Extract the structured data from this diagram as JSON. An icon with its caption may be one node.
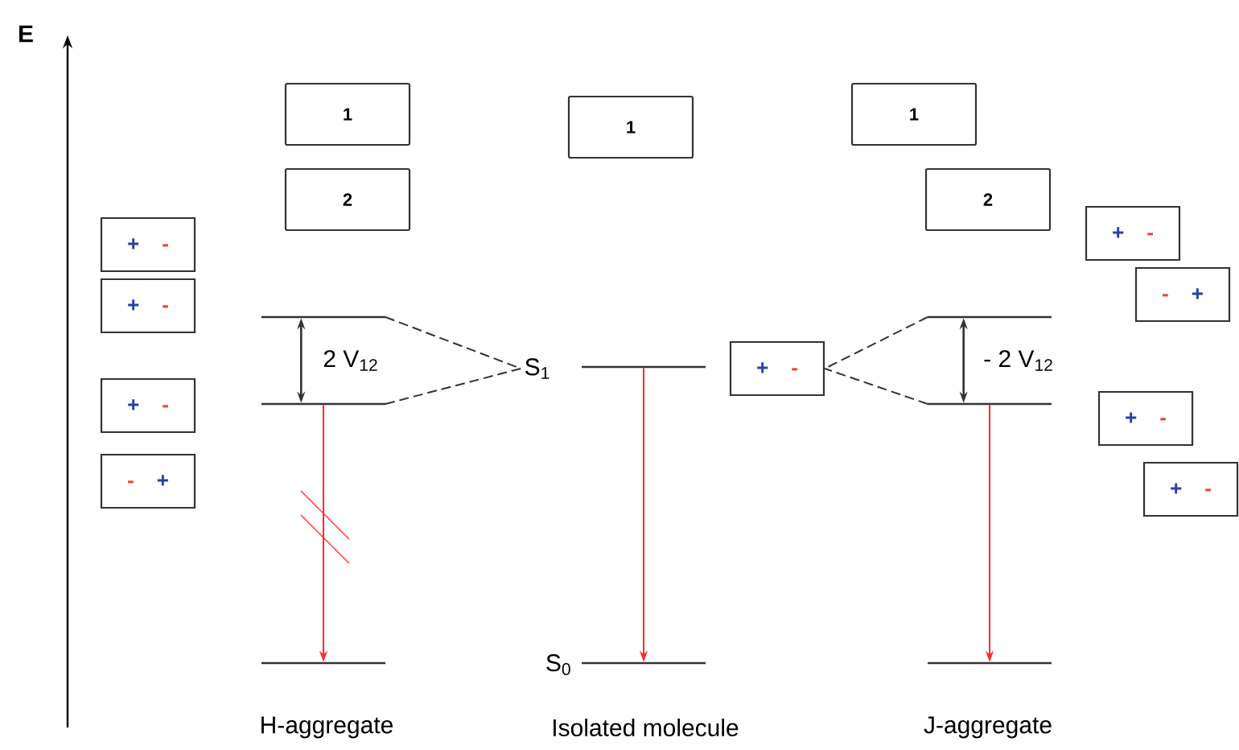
{
  "diagram": {
    "nodes": [
      {
        "text": [
          "1"
        ]
      },
      {
        "text": [
          "2"
        ]
      },
      {
        "text": [
          "1"
        ]
      },
      {
        "text": [
          "1"
        ]
      },
      {
        "text": [
          "2"
        ]
      },
      {
        "text": [
          "+",
          "-"
        ]
      },
      {
        "text": [
          "+",
          "-"
        ]
      },
      {
        "text": [
          "+",
          "-"
        ]
      },
      {
        "text": [
          "-",
          "+"
        ]
      },
      {
        "text": [
          "+",
          "-"
        ]
      },
      {
        "text": [
          "+",
          "-"
        ]
      },
      {
        "text": [
          "-",
          "+"
        ]
      },
      {
        "text": [
          "+",
          "-"
        ]
      },
      {
        "text": [
          "+",
          "-"
        ]
      },
      {
        "text": [],
        "shape": "bar"
      },
      {
        "text": [],
        "shape": "bar"
      },
      {
        "text": [],
        "shape": "bar"
      },
      {
        "text": [
          "S$_{1}$"
        ]
      },
      {
        "text": [],
        "shape": "bar"
      },
      {
        "text": [],
        "shape": "bar",
        "beside": [
          "S$_{0}$"
        ]
      },
      {
        "text": [],
        "shape": "bar"
      },
      {
        "text": [],
        "shape": "bar"
      },
      {
        "text": [],
        "shape": "bar"
      }
    ],
    "edges": [
      {
        "from": 14,
        "to": 17,
        "arrow": "none",
        "style": "dashed"
      },
      {
        "from": 15,
        "to": 17,
        "arrow": "none",
        "style": "dashed"
      },
      {
        "from": 20,
        "to": 9,
        "arrow": "none",
        "style": "dashed"
      },
      {
        "from": 21,
        "to": 9,
        "arrow": "none",
        "style": "dashed"
      },
      {
        "from": 15,
        "to": 16,
        "arrow": "to",
        "color": "#ff2a2a"
      },
      {
        "from": 18,
        "to": 19,
        "arrow": "to",
        "color": "#ff2a2a"
      },
      {
        "from": 21,
        "to": 22,
        "arrow": "to",
        "color": "#ff2a2a"
      },
      {
        "from": 14,
        "to": 15,
        "arrow": "both",
        "label": "2 V$_{12}$"
      },
      {
        "from": 20,
        "to": 21,
        "arrow": "both",
        "label": "- 2 V$_{12}$"
      }
    ],
    "labels": [
      "E",
      "H-aggregate",
      "Isolated molecule",
      "J-aggregate"
    ]
  }
}
